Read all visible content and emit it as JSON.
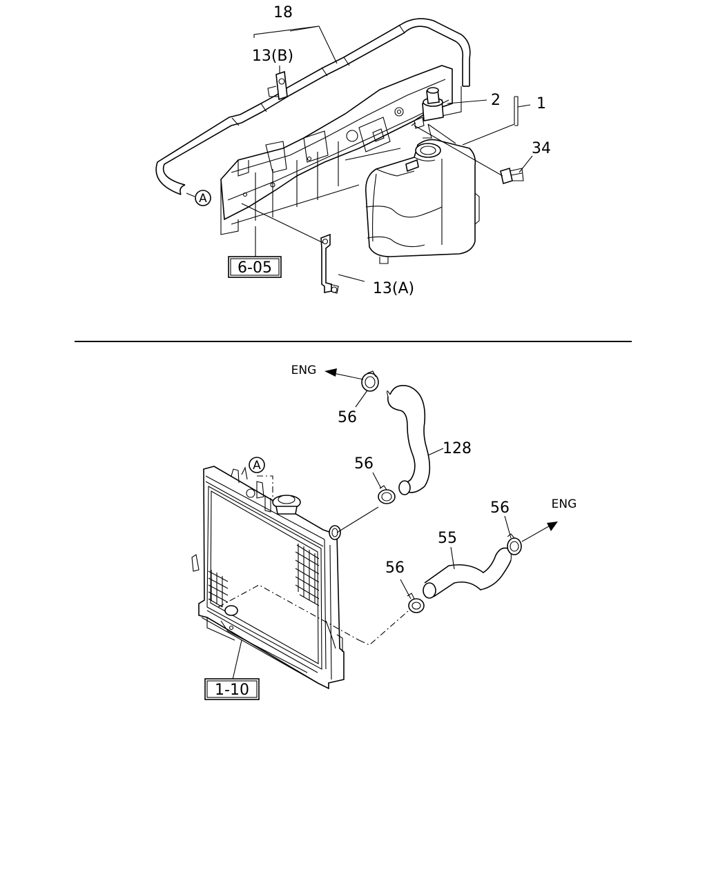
{
  "upper_assembly": {
    "callouts": {
      "hose_18": "18",
      "bracket_13b": "13(B)",
      "cap_2": "2",
      "tank_group_1": "1",
      "bolt_34": "34",
      "bracket_13a": "13(A)",
      "ref_circle_a": "A"
    },
    "ref_box": "6-05"
  },
  "lower_assembly": {
    "callouts": {
      "clamp_top_left": "56",
      "hose_upper": "128",
      "clamp_upper_radiator": "56",
      "clamp_right": "56",
      "hose_lower": "55",
      "clamp_lower_radiator": "56",
      "ref_circle_a": "A"
    },
    "arrows": {
      "eng_upper": "ENG",
      "eng_lower": "ENG"
    },
    "ref_box": "1-10"
  }
}
